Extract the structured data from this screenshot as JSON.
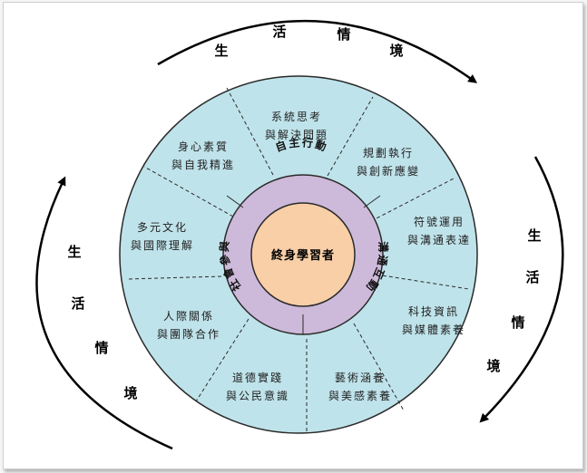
{
  "center_label": "終身學習者",
  "ring_labels": {
    "top": "自主行動",
    "right": "溝通互動",
    "left": "社會參與"
  },
  "segments": [
    {
      "line1": "系統思考",
      "line2": "與解決問題"
    },
    {
      "line1": "規劃執行",
      "line2": "與創新應變"
    },
    {
      "line1": "符號運用",
      "line2": "與溝通表達"
    },
    {
      "line1": "科技資訊",
      "line2": "與媒體素養"
    },
    {
      "line1": "藝術涵養",
      "line2": "與美感素養"
    },
    {
      "line1": "道德實踐",
      "line2": "與公民意識"
    },
    {
      "line1": "人際關係",
      "line2": "與團隊合作"
    },
    {
      "line1": "多元文化",
      "line2": "與國際理解"
    },
    {
      "line1": "身心素質",
      "line2": "與自我精進"
    }
  ],
  "life_context": {
    "top": [
      "生",
      "活",
      "情",
      "境"
    ],
    "right": [
      "生",
      "活",
      "情",
      "境"
    ],
    "left": [
      "生",
      "活",
      "情",
      "境"
    ]
  },
  "colors": {
    "outer_fill": "#bfe3ea",
    "ring_fill": "#cdb9d9",
    "center_fill": "#f9cfa8",
    "line": "#2a2a2a"
  }
}
